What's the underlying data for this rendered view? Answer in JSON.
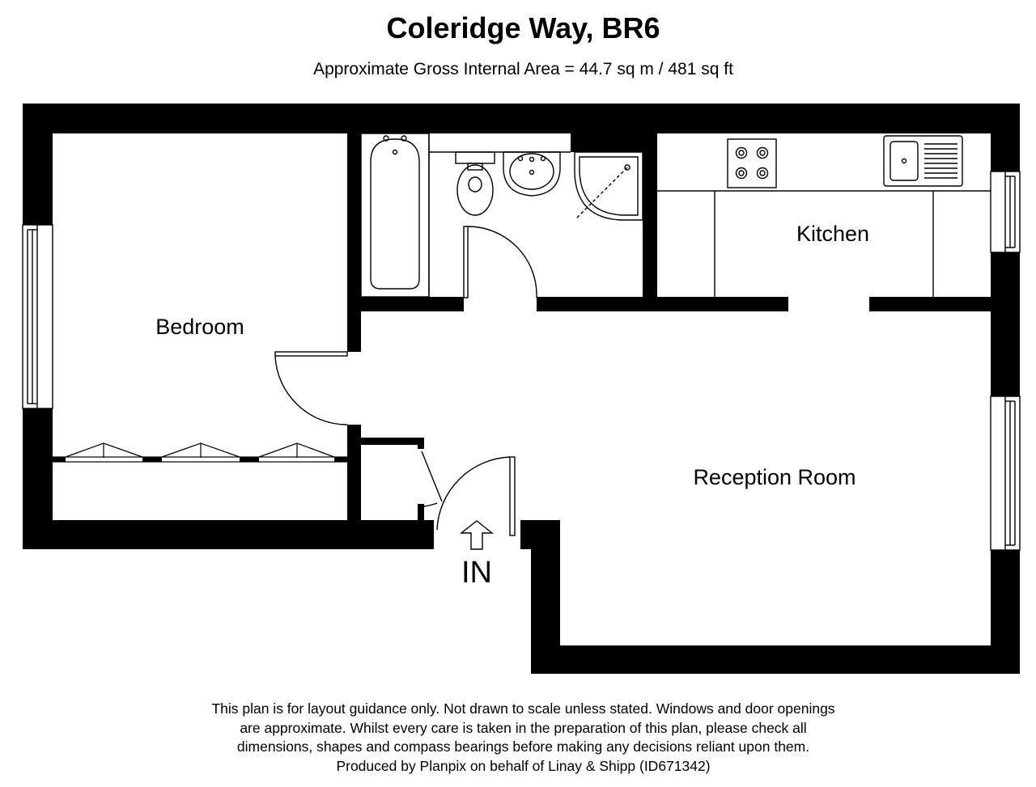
{
  "header": {
    "title": "Coleridge Way, BR6",
    "subtitle": "Approximate Gross Internal Area = 44.7 sq m / 481 sq ft"
  },
  "rooms": {
    "bedroom": "Bedroom",
    "kitchen": "Kitchen",
    "reception": "Reception Room"
  },
  "entrance": {
    "label": "IN"
  },
  "footer": {
    "lines": [
      "This plan is for layout guidance only. Not drawn to scale unless stated. Windows and door openings",
      "are approximate. Whilst every care is taken in the preparation of this plan, please check all",
      "dimensions, shapes and compass bearings before making any decisions reliant upon them.",
      "Produced by Planpix on behalf of Linay & Shipp (ID671342)"
    ]
  },
  "colors": {
    "wall": "#000000",
    "background": "#ffffff"
  }
}
